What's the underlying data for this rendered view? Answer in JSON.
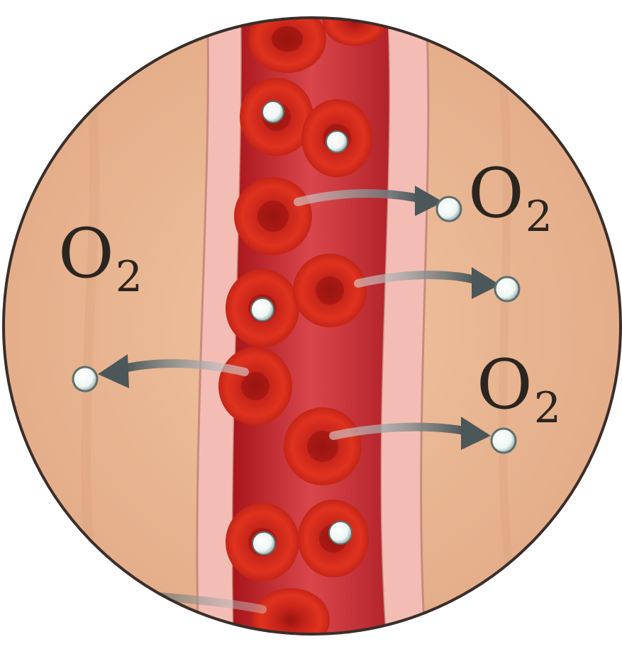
{
  "labels": {
    "left": {
      "symbol": "O",
      "subscript": "2"
    },
    "right_top": {
      "symbol": "O",
      "subscript": "2"
    },
    "right_bottom": {
      "symbol": "O",
      "subscript": "2"
    }
  },
  "colors": {
    "tissue": "#e8b58f",
    "tissue_dark": "#c98e6c",
    "vessel_wall": "#f2b8b2",
    "plasma": "#c9343a",
    "rbc": "#d62a1c",
    "rbc_center": "#a5180f",
    "oxygen": "#ffffff",
    "arrow": "#4c5a5c",
    "border": "#3a2e2a"
  },
  "icons": [
    "red-blood-cell-icon",
    "oxygen-molecule-icon",
    "diffusion-arrow-icon"
  ]
}
